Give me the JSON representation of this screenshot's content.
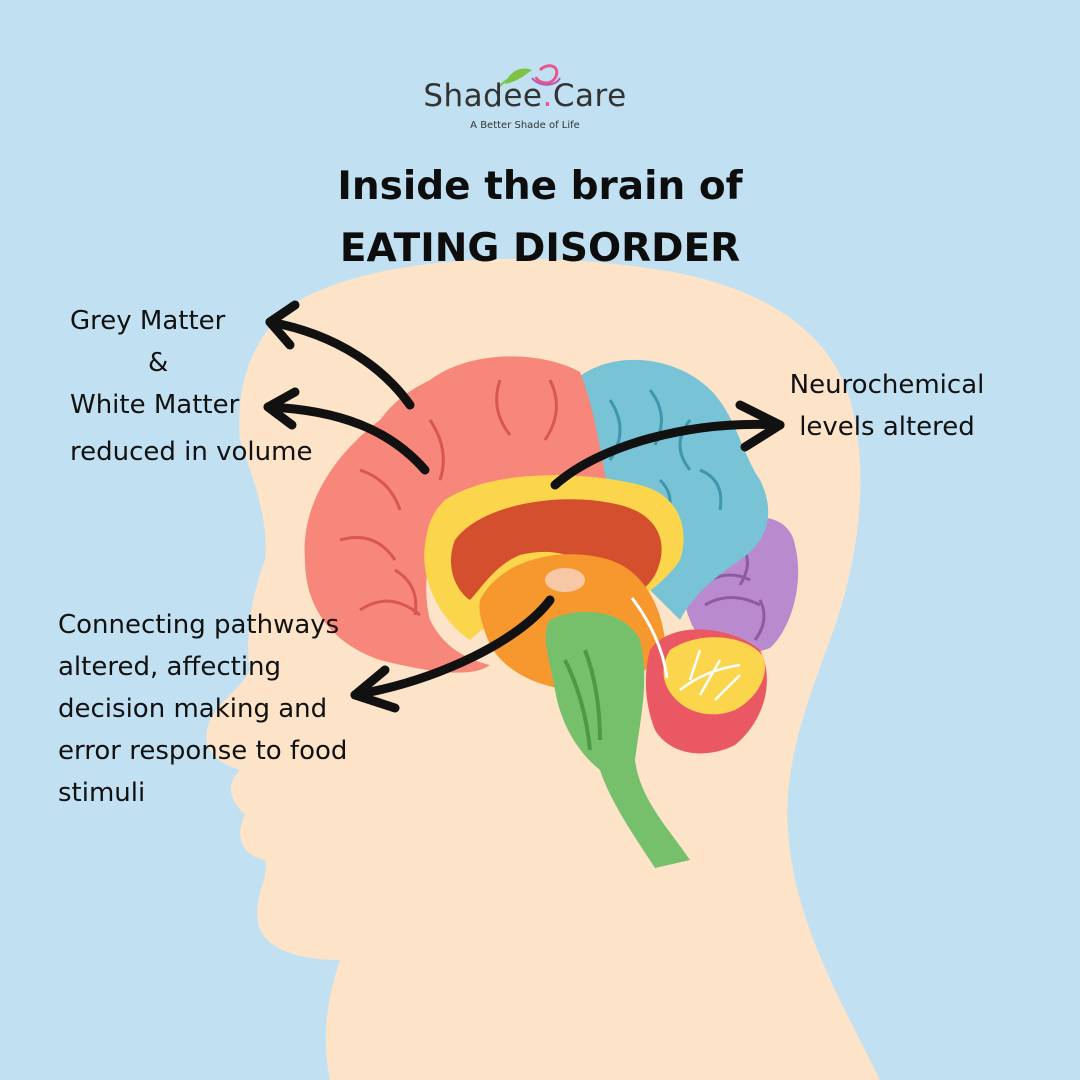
{
  "logo": {
    "name_part1": "Shadee",
    "dot": ".",
    "name_part2": "Care",
    "tagline": "A Better Shade of Life"
  },
  "title": {
    "line1": "Inside the brain of",
    "line2": "EATING DISORDER"
  },
  "labels": {
    "grey_matter": "Grey Matter",
    "ampersand": "&",
    "white_matter": "White Matter",
    "reduced": "reduced in volume",
    "neurochemical": "Neurochemical levels altered",
    "connecting": "Connecting pathways altered, affecting decision making and error response to food stimuli"
  },
  "colors": {
    "background": "#c1e1f2",
    "head": "#fde4c9",
    "frontal": "#f6877a",
    "parietal": "#78c3d6",
    "occipital": "#b98acd",
    "limbic": "#fbd54c",
    "corpus": "#d34f2e",
    "brainstem": "#76c06c",
    "cerebellum": "#ea5864",
    "arrow": "#111111"
  }
}
